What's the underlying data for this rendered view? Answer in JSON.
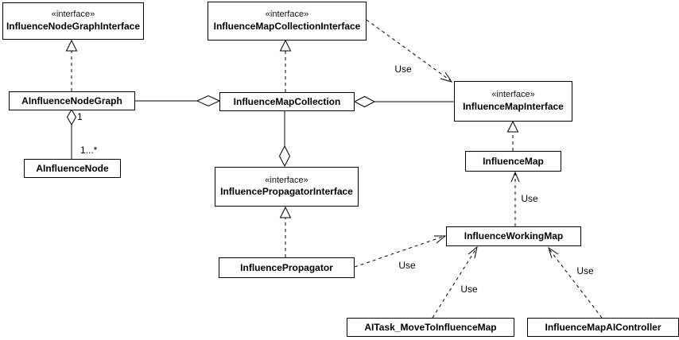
{
  "nodes": [
    {
      "stereotype": "«interface»",
      "name": "InfluenceNodeGraphInterface"
    },
    {
      "stereotype": "«interface»",
      "name": "InfluenceMapCollectionInterface"
    },
    {
      "name": "AInfluenceNodeGraph"
    },
    {
      "name": "InfluenceMapCollection"
    },
    {
      "stereotype": "«interface»",
      "name": "InfluenceMapInterface"
    },
    {
      "name": "AInfluenceNode"
    },
    {
      "name": "InfluenceMap"
    },
    {
      "stereotype": "«interface»",
      "name": "InfluencePropagatorInterface"
    },
    {
      "name": "InfluenceWorkingMap"
    },
    {
      "name": "InfluencePropagator"
    },
    {
      "name": "AITask_MoveToInfluenceMap"
    },
    {
      "name": "InfluenceMapAIController"
    }
  ],
  "edge_labels": {
    "use_collection_if_to_map_if": "Use",
    "use_working_map_to_influence_map": "Use",
    "use_propagator_to_working_map": "Use",
    "use_aitask_to_working_map": "Use",
    "use_controller_to_working_map": "Use",
    "multiplicity_one": "1",
    "multiplicity_one_to_many": "1...*"
  },
  "colors": {
    "line": "#000000",
    "node_fill": "#ffffff",
    "background": "#ffffff"
  }
}
